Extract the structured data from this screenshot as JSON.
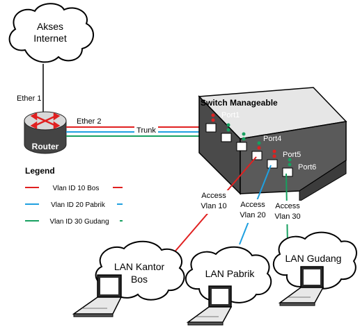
{
  "internet_cloud": {
    "line1": "Akses",
    "line2": "Internet"
  },
  "router": {
    "label": "Router",
    "ether1": "Ether 1",
    "ether2": "Ether 2"
  },
  "trunk_label": "Trunk",
  "switch": {
    "title": "Switch Manageable",
    "ports": {
      "port1": "Port1",
      "port4": "Port4",
      "port5": "Port5",
      "port6": "Port6"
    }
  },
  "access": {
    "vlan10": {
      "line1": "Access",
      "line2": "Vlan 10"
    },
    "vlan20": {
      "line1": "Access",
      "line2": "Vlan 20"
    },
    "vlan30": {
      "line1": "Access",
      "line2": "Vlan 30"
    }
  },
  "legend": {
    "title": "Legend",
    "items": [
      {
        "label": "Vlan ID 10 Bos",
        "color": "#e02020"
      },
      {
        "label": "Vlan ID 20 Pabrik",
        "color": "#1fa0e0"
      },
      {
        "label": "Vlan ID 30 Gudang",
        "color": "#17a060"
      }
    ]
  },
  "lans": {
    "kantor": {
      "line1": "LAN Kantor",
      "line2": "Bos"
    },
    "pabrik": {
      "label": "LAN Pabrik"
    },
    "gudang": {
      "label": "LAN Gudang"
    }
  }
}
